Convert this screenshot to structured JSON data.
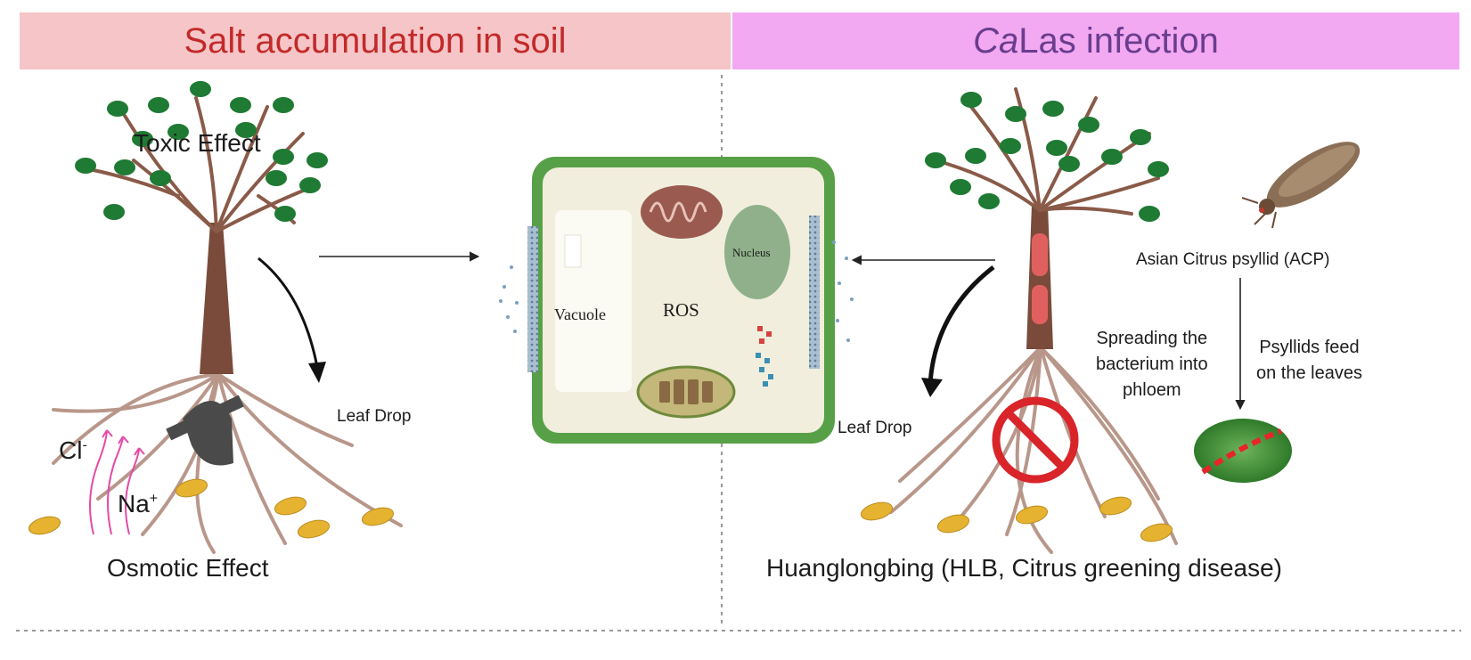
{
  "banners": {
    "left": "Salt accumulation in soil",
    "right_italic": "Ca",
    "right_rest": "Las infection"
  },
  "left_panel": {
    "toxic_effect": "Toxic Effect",
    "leaf_drop": "Leaf Drop",
    "chloride": "Cl",
    "chloride_charge": "-",
    "sodium": "Na",
    "sodium_charge": "+",
    "osmotic_effect": "Osmotic Effect"
  },
  "cell": {
    "vacuole": "Vacuole",
    "ros": "ROS",
    "nucleus": "Nucleus"
  },
  "right_panel": {
    "leaf_drop": "Leaf Drop",
    "psyllid_label": "Asian Citrus psyllid (ACP)",
    "spreading": [
      "Spreading the",
      "bacterium  into",
      "phloem"
    ],
    "feed": [
      "Psyllids feed",
      "on the leaves"
    ],
    "disease": "Huanglongbing (HLB, Citrus greening disease)"
  },
  "colors": {
    "left_banner_bg": "#f6c5c7",
    "left_banner_text": "#c22a2a",
    "right_banner_bg": "#f2a9f2",
    "right_banner_text": "#6a3d8e",
    "cell_wall": "#4e8f3f",
    "leaf": "#1f7a34",
    "trunk": "#7a4a3a",
    "root": "#b8978a",
    "yellow_leaf": "#e5b330",
    "prohibit": "#d9242a"
  }
}
